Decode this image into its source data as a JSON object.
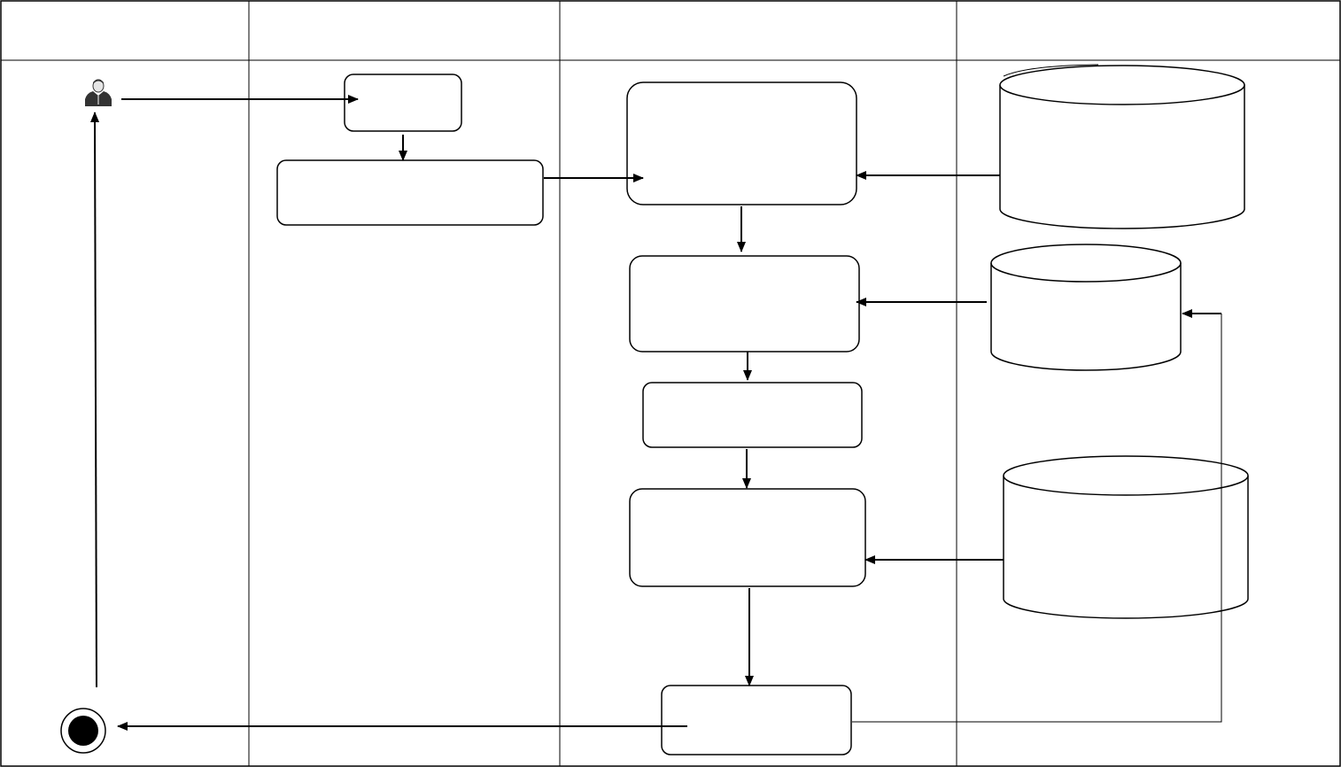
{
  "diagram": {
    "lanes": [
      {
        "id": "lane-1",
        "title": ""
      },
      {
        "id": "lane-2",
        "title": ""
      },
      {
        "id": "lane-3",
        "title": ""
      },
      {
        "id": "lane-4",
        "title": ""
      }
    ],
    "actor": {
      "icon": "person-icon"
    },
    "final_node": {
      "icon": "final-state-icon"
    },
    "activities": [
      {
        "id": "activity-1",
        "label": ""
      },
      {
        "id": "activity-2",
        "label": ""
      },
      {
        "id": "activity-3",
        "label": ""
      },
      {
        "id": "activity-4",
        "label": ""
      },
      {
        "id": "activity-5",
        "label": ""
      },
      {
        "id": "activity-6",
        "label": ""
      },
      {
        "id": "activity-7",
        "label": ""
      }
    ],
    "datastores": [
      {
        "id": "datastore-1",
        "label": ""
      },
      {
        "id": "datastore-2",
        "label": ""
      },
      {
        "id": "datastore-3",
        "label": ""
      }
    ],
    "colors": {
      "line": "#000000",
      "background": "#ffffff",
      "actor_skin": "#e8e8e8",
      "actor_suit": "#333333"
    }
  }
}
